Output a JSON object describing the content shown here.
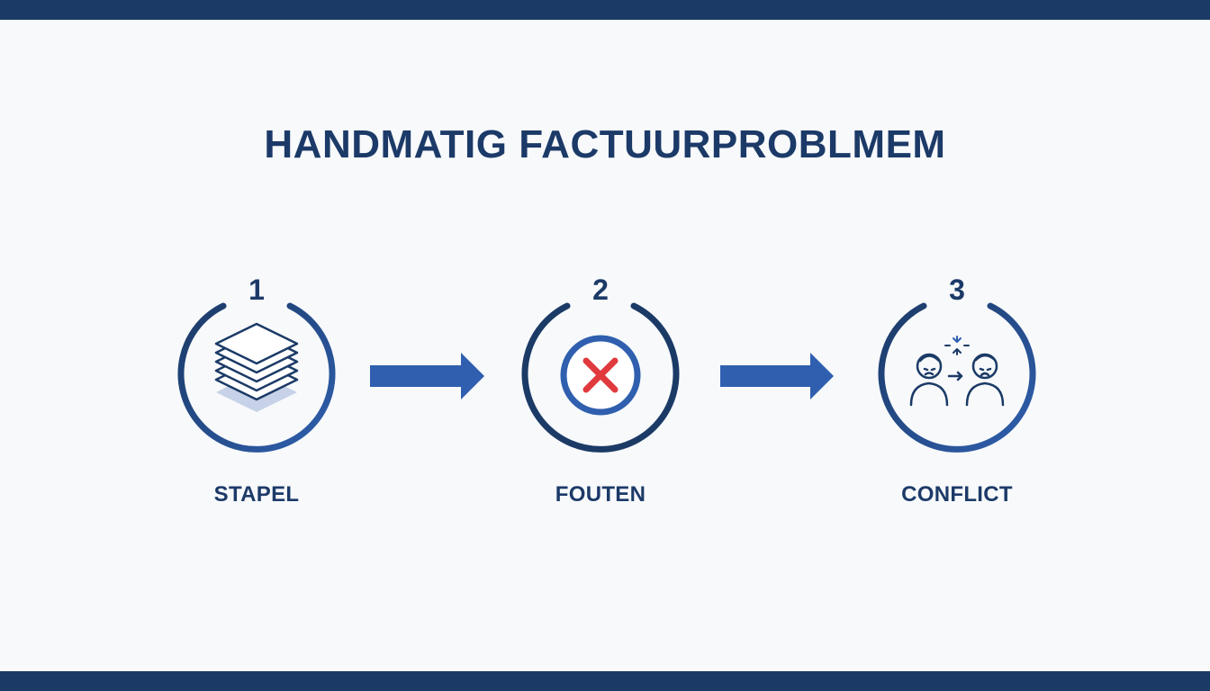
{
  "title": "HANDMATIG FACTUURPROBLMEM",
  "colors": {
    "navy": "#1b3a66",
    "blue": "#2f5fae",
    "red": "#e03a3e"
  },
  "steps": [
    {
      "number": "1",
      "label": "STAPEL",
      "icon": "stack-of-papers-icon"
    },
    {
      "number": "2",
      "label": "FOUTEN",
      "icon": "error-x-icon"
    },
    {
      "number": "3",
      "label": "CONFLICT",
      "icon": "people-conflict-icon"
    }
  ]
}
